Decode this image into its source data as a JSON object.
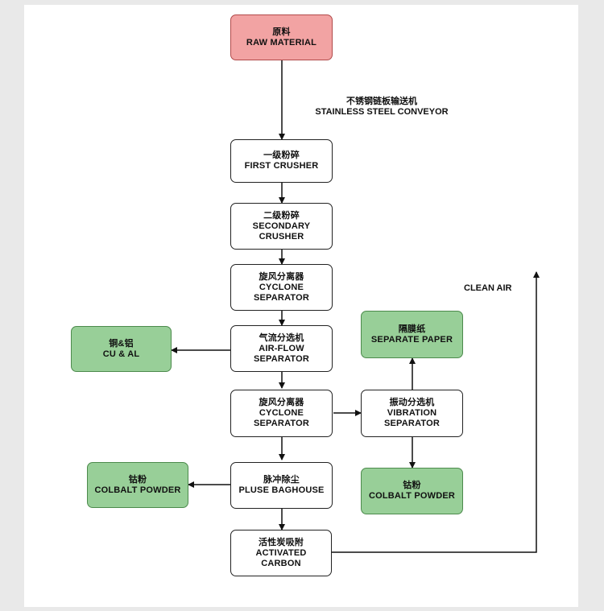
{
  "nodes": {
    "raw": {
      "zh": "原料",
      "en": "RAW MATERIAL"
    },
    "crusher1": {
      "zh": "一级粉碎",
      "en": "FIRST CRUSHER"
    },
    "crusher2": {
      "zh": "二级粉碎",
      "en": "SECONDARY CRUSHER"
    },
    "cyclone1": {
      "zh": "旋风分离器",
      "en": "CYCLONE SEPARATOR"
    },
    "airflow": {
      "zh": "气流分选机",
      "en": "AIR-FLOW SEPARATOR"
    },
    "cual": {
      "zh": "铜&铝",
      "en": "CU & AL"
    },
    "cyclone2": {
      "zh": "旋风分离器",
      "en": "CYCLONE SEPARATOR"
    },
    "vibration": {
      "zh": "振动分选机",
      "en": "VIBRATION SEPARATOR"
    },
    "paper": {
      "zh": "隔膜纸",
      "en": "SEPARATE PAPER"
    },
    "baghouse": {
      "zh": "脉冲除尘",
      "en": "PLUSE BAGHOUSE"
    },
    "cobalt_left": {
      "zh": "钴粉",
      "en": "COLBALT POWDER"
    },
    "cobalt_right": {
      "zh": "钴粉",
      "en": "COLBALT POWDER"
    },
    "carbon": {
      "zh": "活性炭吸附",
      "en": "ACTIVATED CARBON"
    }
  },
  "labels": {
    "conveyor_zh": "不锈钢链板输送机",
    "conveyor_en": "STAINLESS STEEL CONVEYOR",
    "clean_air": "CLEAN AIR"
  },
  "colors": {
    "raw_fill": "#f2a3a3",
    "product_fill": "#98cf98",
    "process_fill": "#ffffff"
  }
}
